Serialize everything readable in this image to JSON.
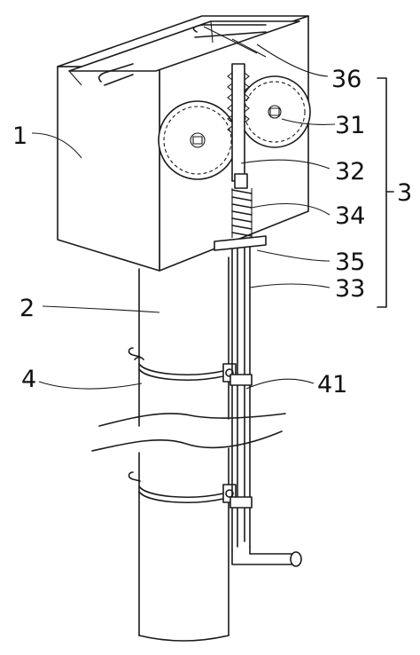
{
  "labels": {
    "l1": "1",
    "l2": "2",
    "l3": "3",
    "l4": "4",
    "l31": "31",
    "l32": "32",
    "l33": "33",
    "l34": "34",
    "l35": "35",
    "l36": "36",
    "l41": "41"
  }
}
